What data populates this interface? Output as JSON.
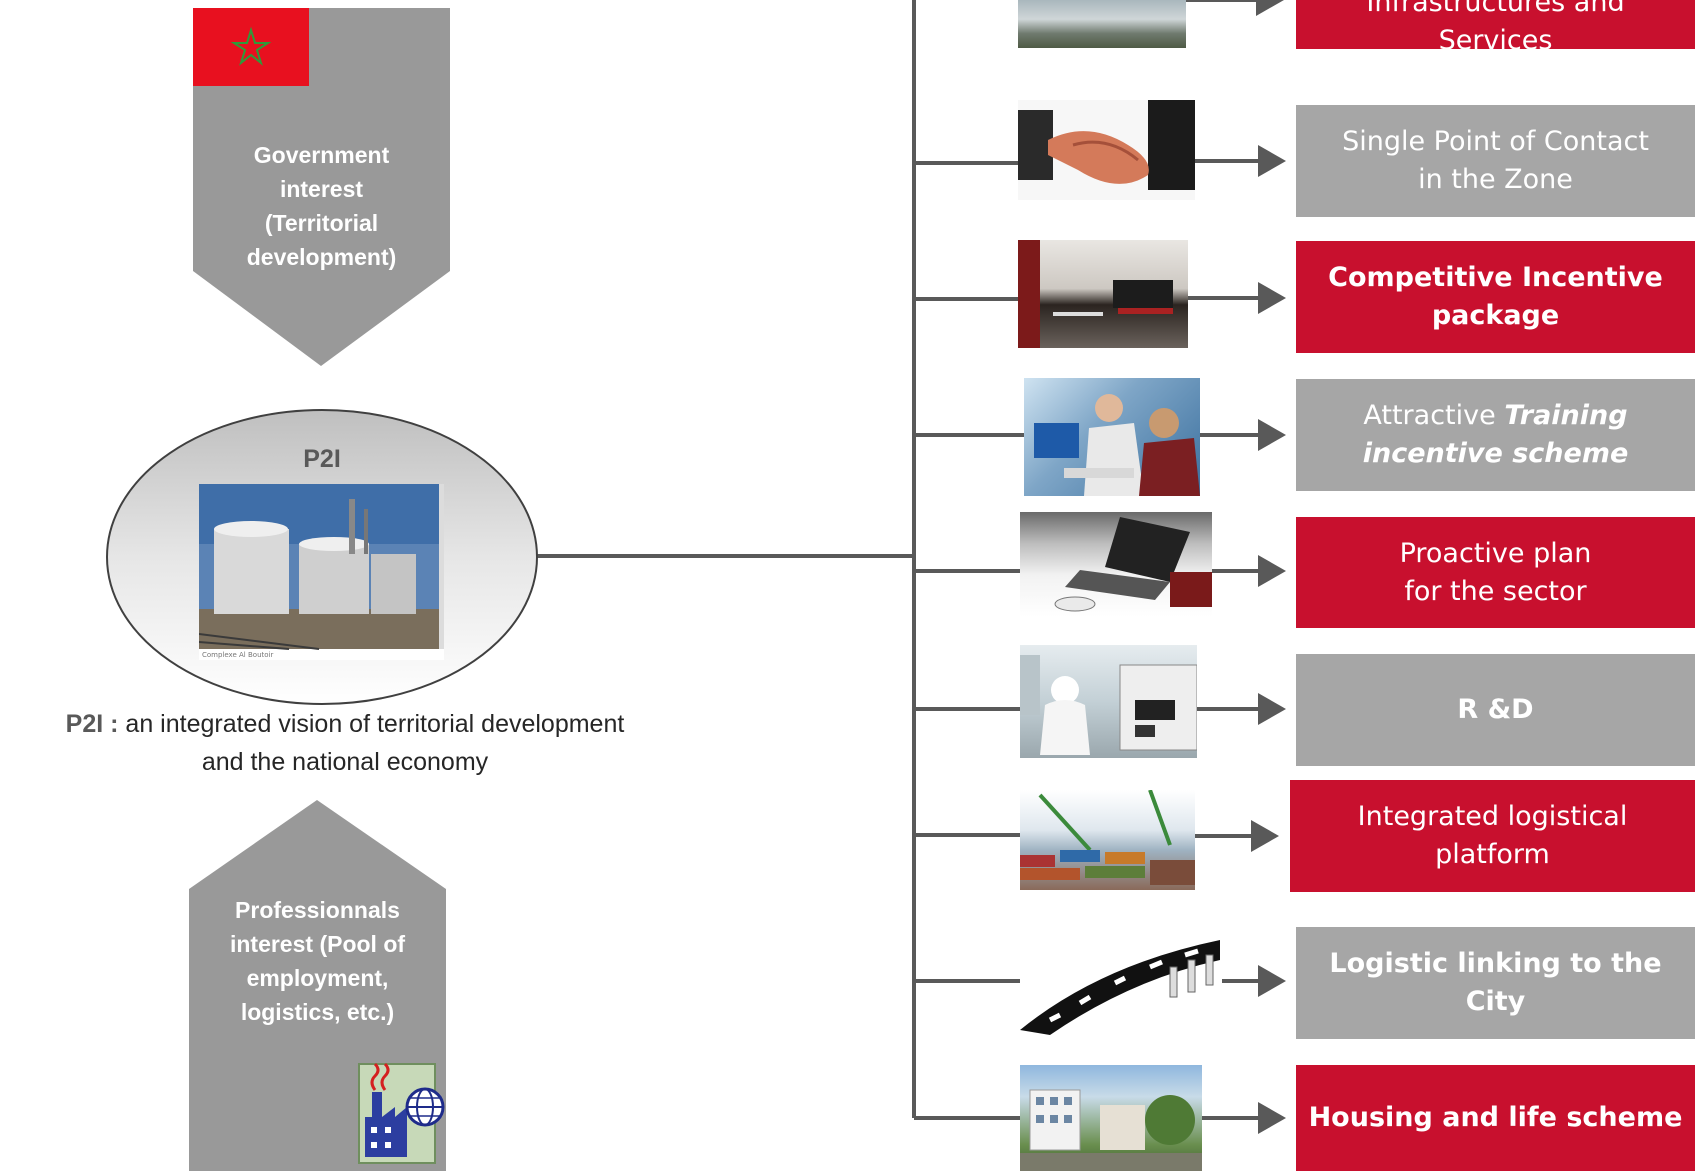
{
  "government": {
    "label": "Government interest (Territorial development)",
    "label_lines": [
      "Government",
      "interest",
      "(Territorial",
      "development)"
    ]
  },
  "center": {
    "title": "P2I",
    "photo_caption": "Complexe Al Boutoir"
  },
  "caption": {
    "bold": "P2I :",
    "text": "an integrated vision of territorial development",
    "text2": "and the national economy"
  },
  "professionals": {
    "label_lines": [
      "Professionnals",
      "interest (Pool of",
      "employment,",
      "logistics, etc.)"
    ]
  },
  "items": [
    {
      "id": "infrastructures",
      "text": "Infrastructures and Services",
      "style": "red",
      "photo": "construction-site"
    },
    {
      "id": "single-point",
      "text": "Single Point of Contact in the Zone",
      "lines": [
        "Single Point of Contact",
        "in the Zone"
      ],
      "style": "gray",
      "photo": "handshake"
    },
    {
      "id": "incentive",
      "text": "Competitive Incentive package",
      "lines": [
        "Competitive Incentive",
        "package"
      ],
      "style": "red",
      "bold": true,
      "photo": "office"
    },
    {
      "id": "training",
      "text_plain": "Attractive",
      "text_italic": "Training incentive scheme",
      "italic_first": "Training",
      "italic_second": "incentive scheme",
      "style": "gray",
      "photo": "training"
    },
    {
      "id": "proactive",
      "lines": [
        "Proactive plan",
        "for the sector"
      ],
      "style": "red",
      "photo": "laptop"
    },
    {
      "id": "rd",
      "text": "R &D",
      "style": "gray",
      "bold": true,
      "photo": "lab"
    },
    {
      "id": "logistics",
      "lines": [
        "Integrated logistical",
        "platform"
      ],
      "style": "red",
      "photo": "port"
    },
    {
      "id": "linking",
      "text": "Logistic linking  to the City",
      "style": "gray",
      "bold": true,
      "photo": "road"
    },
    {
      "id": "housing",
      "text": "Housing and life scheme",
      "style": "red",
      "bold": true,
      "photo": "housing"
    }
  ],
  "colors": {
    "red": "#c8102e",
    "gray": "#a6a6a6",
    "arrow_gray": "#999999",
    "connector": "#595959"
  }
}
